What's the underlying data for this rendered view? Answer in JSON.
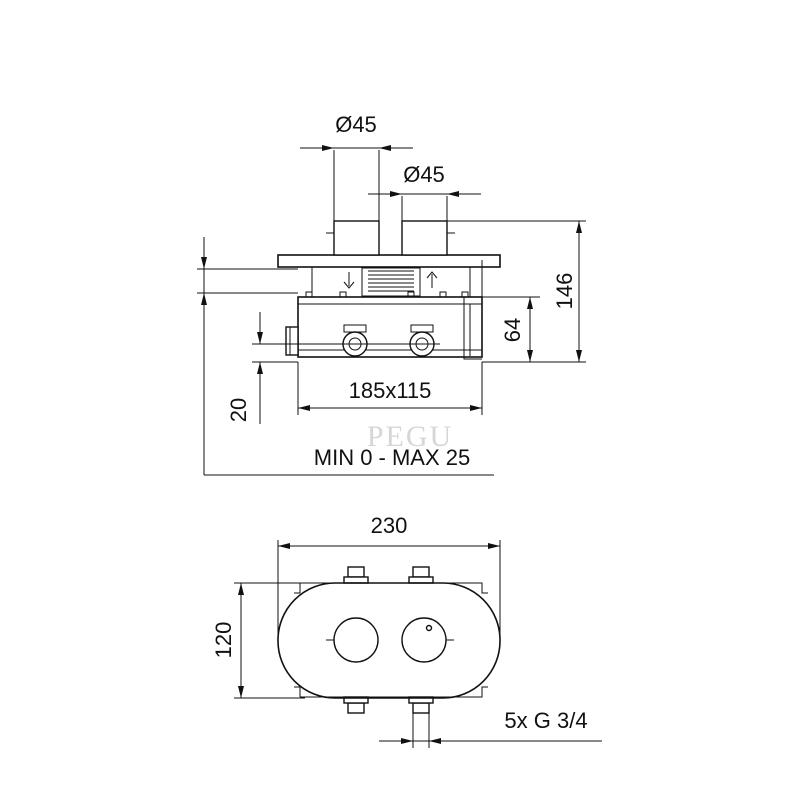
{
  "diagram": {
    "labels": {
      "dia_top": "Ø45",
      "dia_second": "Ø45",
      "height_total": "146",
      "height_body": "64",
      "box_size": "185x115",
      "depth_20": "20",
      "wall_range": "MIN 0 - MAX 25",
      "width_230": "230",
      "height_120": "120",
      "thread": "5x G 3/4"
    },
    "watermark": "PEGU",
    "colors": {
      "line": "#111111",
      "watermark": "#d6d6d6"
    }
  }
}
